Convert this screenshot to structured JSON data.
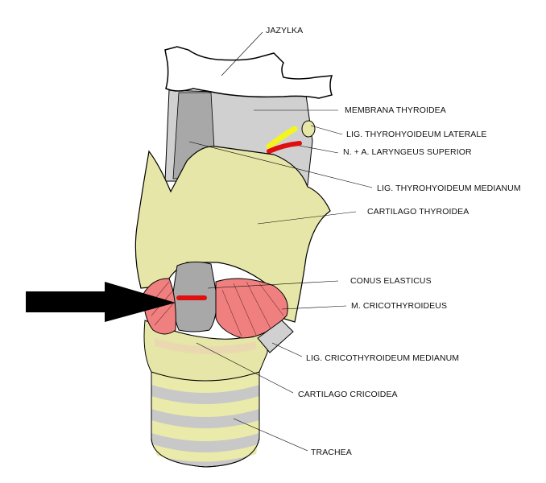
{
  "labels": {
    "jazylka": "JAZYLKA",
    "membrana_thyroidea": "MEMBRANA THYROIDEA",
    "lig_thyrohyoideum_laterale": "LIG. THYROHYOIDEUM LATERALE",
    "n_a_laryngeus_superior": "N. + A. LARYNGEUS SUPERIOR",
    "lig_thyrohyoideum_medianum": "LIG. THYROHYOIDEUM MEDIANUM",
    "cartilago_thyroidea": "CARTILAGO THYROIDEA",
    "conus_elasticus": "CONUS ELASTICUS",
    "m_cricothyroideus": "M. CRICOTHYROIDEUS",
    "lig_cricothyroideum_medianum": "LIG. CRICOTHYROIDEUM MEDIANUM",
    "cartilago_cricoidea": "CARTILAGO CRICOIDEA",
    "trachea": "TRACHEA"
  },
  "colors": {
    "hyoid": "#ffffff",
    "membrane": "#d0d0d0",
    "membrane_dark": "#a8a8a8",
    "thyroid_cartilage": "#e6e6a8",
    "muscle": "#f08080",
    "trachea_ring": "#eaeaaa",
    "trachea_gap": "#c8c8c8",
    "nerve": "#f5f51e",
    "artery": "#e01010",
    "arrow": "#000000",
    "outline": "#000000"
  }
}
